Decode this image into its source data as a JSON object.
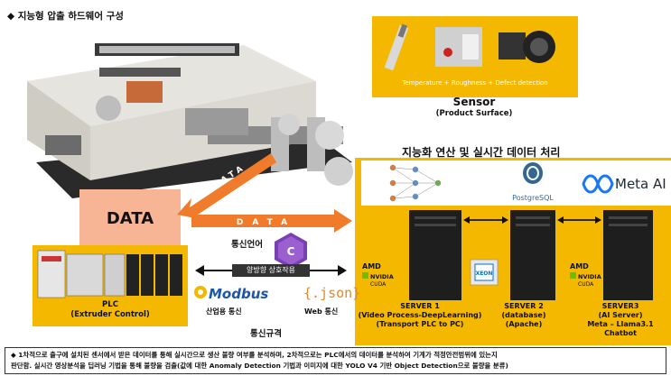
{
  "title": "◆ 지능형 압출 하드웨어 구성",
  "sensor": {
    "caption": "Temperature + Roughness + Defect detection",
    "title": "Sensor",
    "subtitle": "(Product Surface)"
  },
  "processing": {
    "title": "지능화 연산 및 실시간 데이터 처리",
    "postgres_label": "PostgreSQL",
    "meta_ai_label": "Meta AI"
  },
  "data_block": {
    "label": "DATA"
  },
  "arrows": {
    "data_diag": "DATA",
    "data_horiz": "DATA"
  },
  "plc": {
    "title": "PLC",
    "subtitle": "(Extruder Control)"
  },
  "communication": {
    "language_label": "통신언어",
    "bidirectional_label": "양방향 상호작용",
    "modbus_label": "Modbus",
    "json_label": "{.json}",
    "industrial_label": "산업용 통신",
    "web_label": "Web 통신",
    "spec_label": "통신규격"
  },
  "servers": [
    {
      "line1": "SERVER 1",
      "line2": "(Video Process-DeepLearning)",
      "line3": "(Transport PLC to PC)"
    },
    {
      "line1": "SERVER 2",
      "line2": "(database)",
      "line3": "(Apache)"
    },
    {
      "line1": "SERVER3",
      "line2": "(AI Server)",
      "line3": "Meta – Llama3.1",
      "line4": "Chatbot"
    }
  ],
  "brands": {
    "amd": "AMD",
    "nvidia": "NVIDIA",
    "cuda": "CUDA",
    "xeon": "XEON"
  },
  "footer": {
    "line1": "◆ 1차적으로 출구에 설치된 센서에서 받은 데이터를 통해 실시간으로 생산 불량 여부를 분석하며, 2차적으로는 PLC에서의 데이터를 분석하여 기계가 적정안전범위에 있는지",
    "line2": "판단함. 실시간 영상분석을 딥러닝 기법을 통해 불량을 검출(값에 대한 Anomaly Detection 기법과 이미지에 대한 YOLO V4 기반 Object Detection으로 불량을 분류)"
  },
  "colors": {
    "panel": "#f5b800",
    "data_block": "#f7b596",
    "arrow": "#f07b2a",
    "modbus": "#1d56a8",
    "json": "#e08a2a"
  }
}
